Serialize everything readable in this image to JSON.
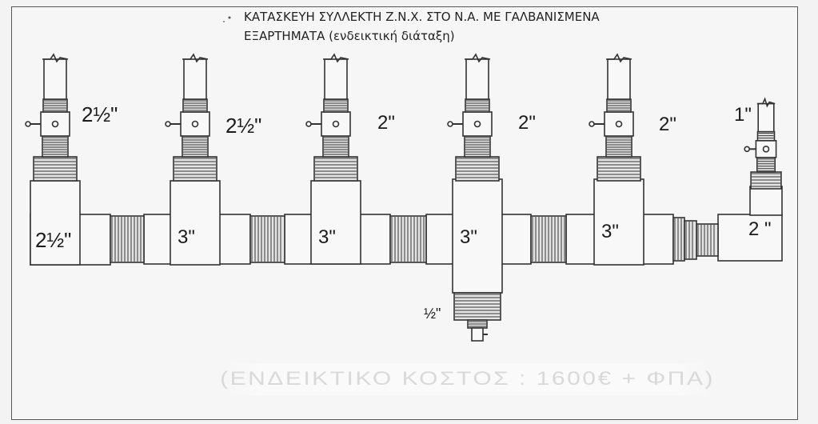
{
  "header": {
    "title_line1": "ΚΑΤΑΣΚΕΥΗ ΣΥΛΛΕΚΤΗ Ζ.Ν.Χ. ΣΤΟ Ν.Α. ΜΕ ΓΑΛΒΑΝΙΣΜΕΝΑ",
    "title_line2": "ΕΞΑΡΤΗΜΑΤΑ (ενδεικτική διάταξη)"
  },
  "branch_sizes": [
    "2½\"",
    "2½\"",
    "2\"",
    "2\"",
    "2\"",
    "1\""
  ],
  "header_sizes": [
    "2½\"",
    "3\"",
    "3\"",
    "3\"",
    "3\"",
    "2 \""
  ],
  "drain_size": "½\"",
  "footer_note": "(ΕΝΔΕΙΚΤΙΚΟ ΚΟΣΤΟΣ : 1600€ + ΦΠΑ)"
}
